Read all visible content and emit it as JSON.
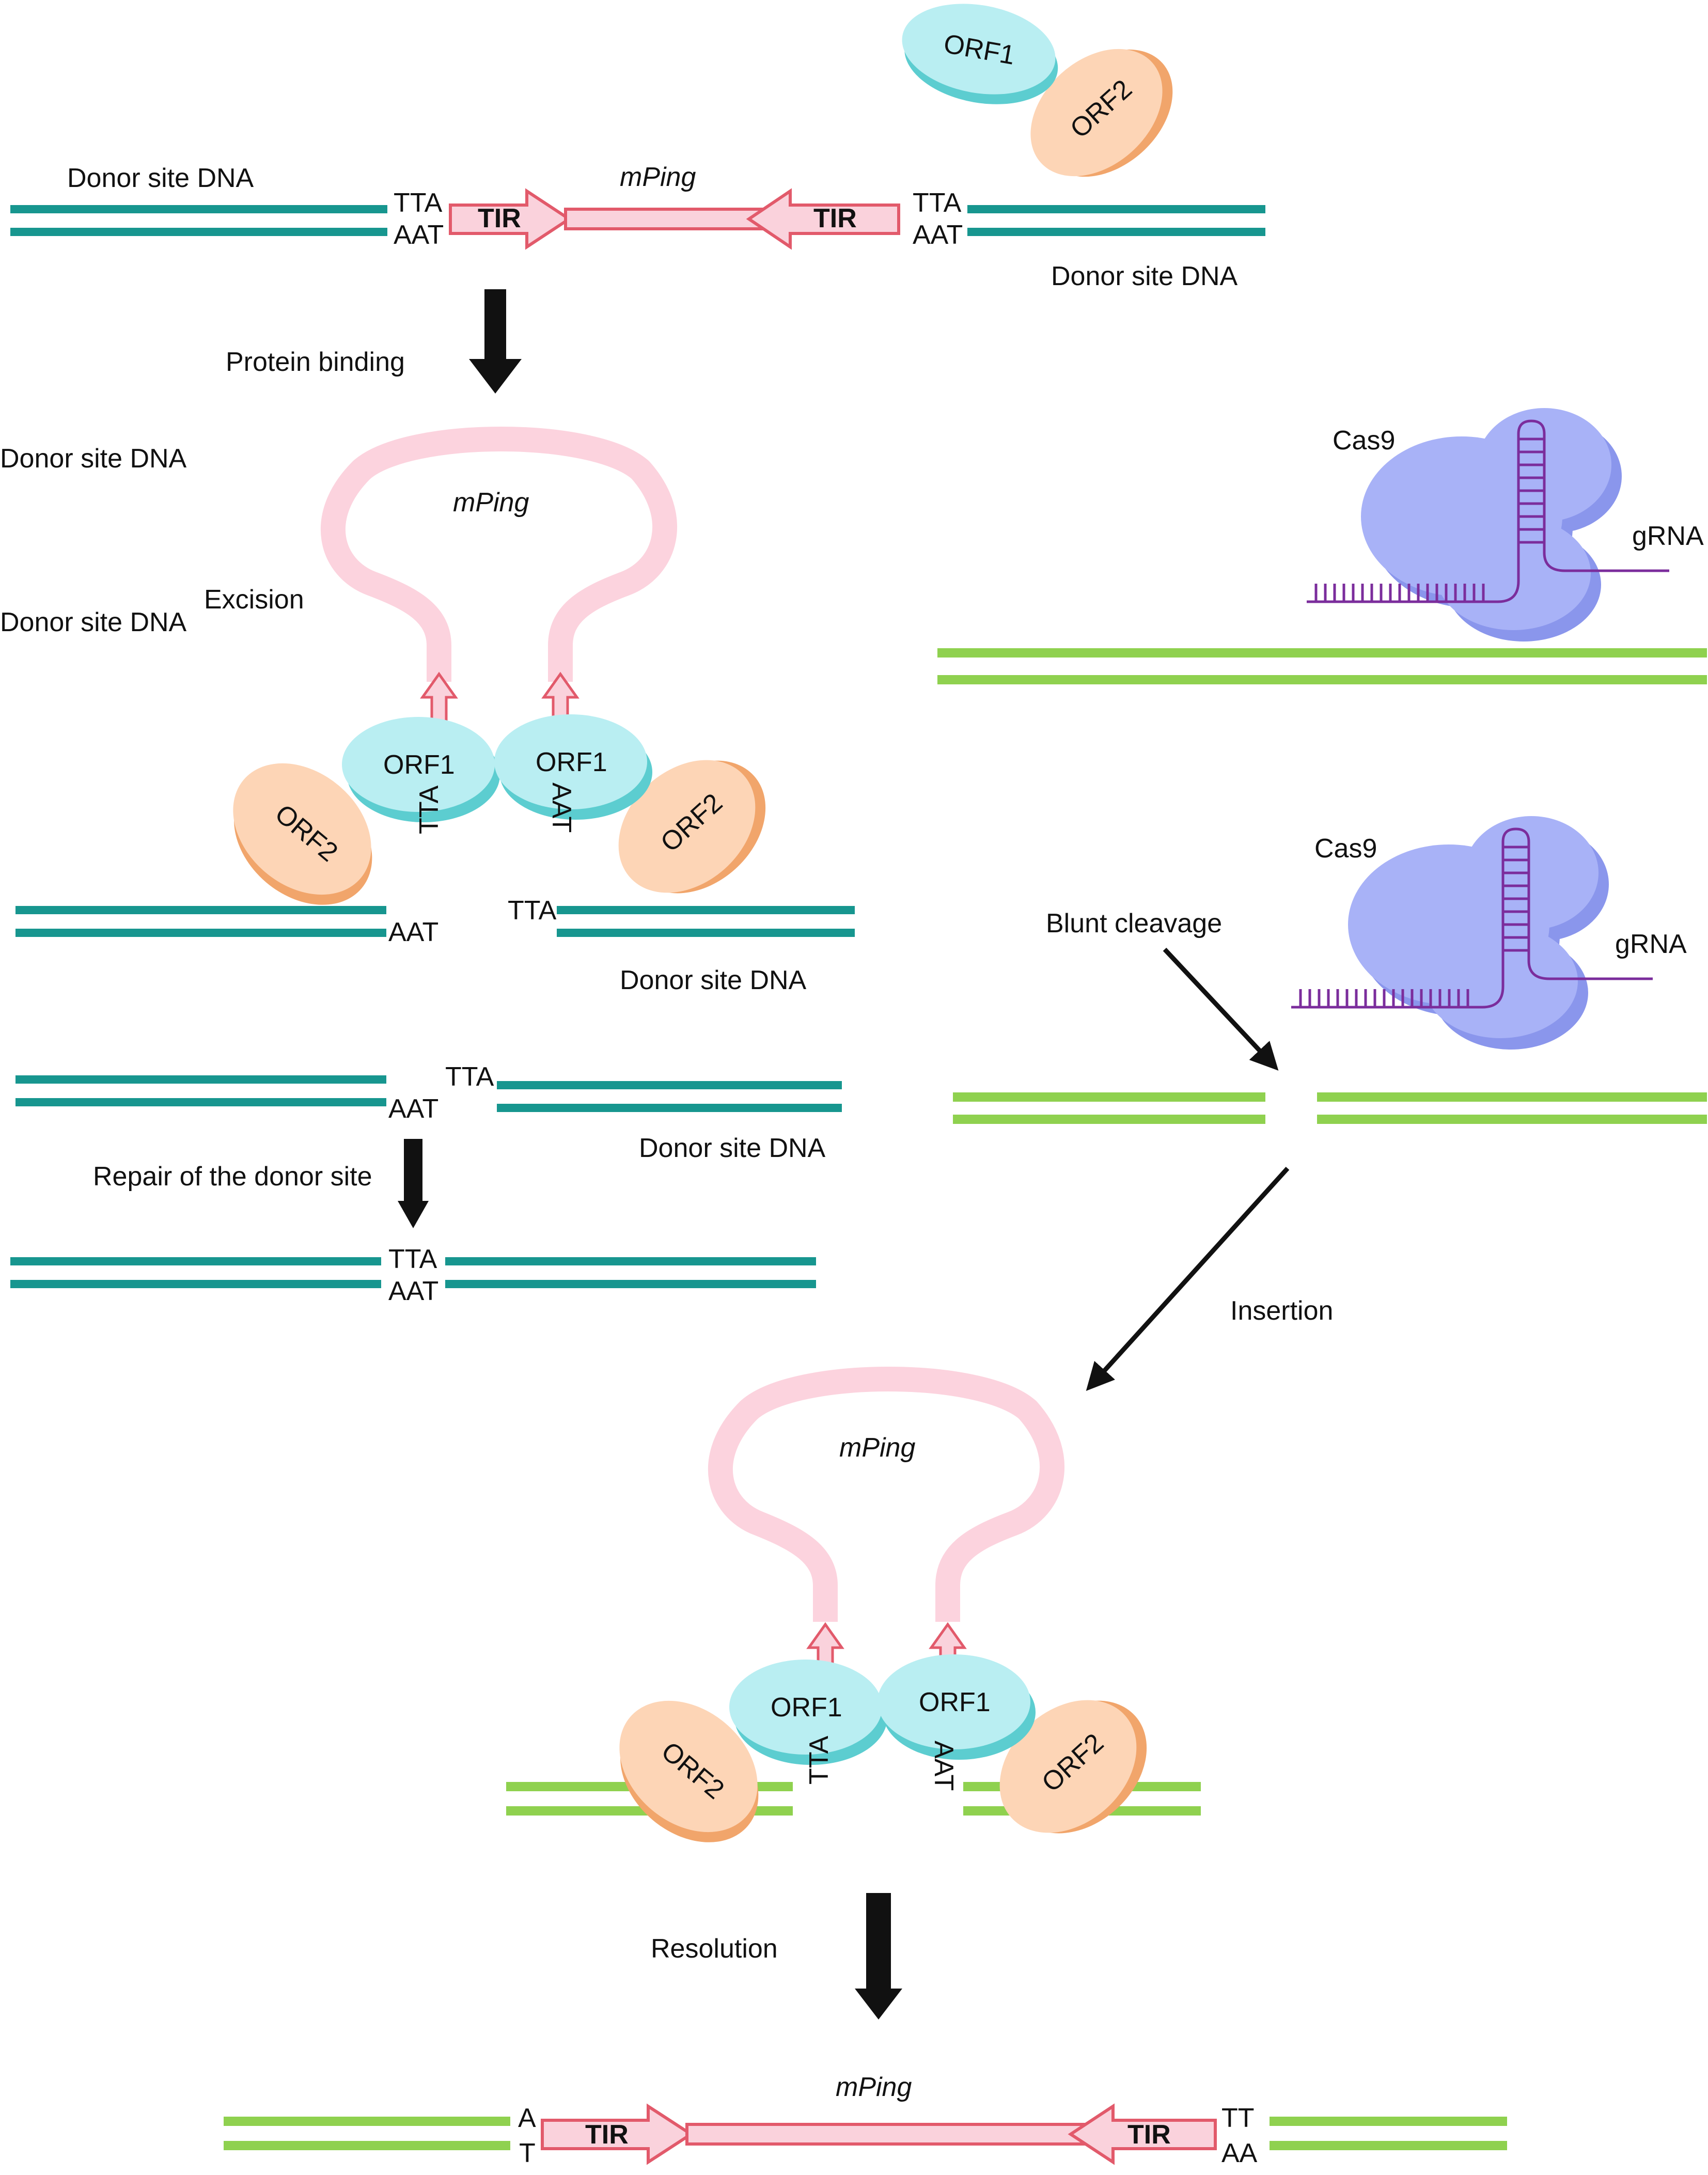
{
  "colors": {
    "dna_teal": "#17968f",
    "dna_green": "#8fd14f",
    "mping_pink": "#fcd3de",
    "tir_fill": "#fad2dc",
    "tir_stroke": "#e25a6b",
    "orf1_fill": "#b9eef2",
    "orf1_shadow": "#5ccdd0",
    "orf2_fill": "#fdd5b6",
    "orf2_shadow": "#f1a56b",
    "cas9_fill": "#a8b2f7",
    "cas9_shadow": "#8a96ec",
    "grna": "#7b2d9c",
    "arrow": "#111111"
  },
  "labels": {
    "donor_site_dna": "Donor site DNA",
    "mping": "mPing",
    "tir": "TIR",
    "orf1": "ORF1",
    "orf2": "ORF2",
    "cas9": "Cas9",
    "grna": "gRNA",
    "protein_binding": "Protein binding",
    "excision": "Excision",
    "repair": "Repair of the donor site",
    "blunt_cleavage": "Blunt cleavage",
    "insertion": "Insertion",
    "resolution": "Resolution"
  },
  "seq": {
    "tta": "TTA",
    "aat": "AAT",
    "a": "A",
    "t": "T",
    "tt": "TT",
    "aa": "AA"
  }
}
